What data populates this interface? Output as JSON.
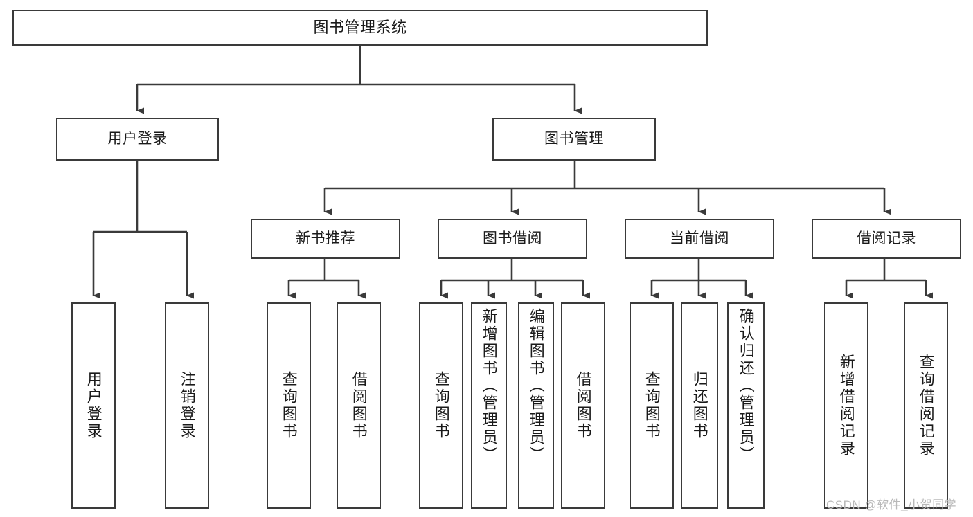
{
  "diagram": {
    "type": "tree-hierarchy-diagram",
    "title": "图书管理系统",
    "orientation": "top-down",
    "colors": {
      "box_border": "#3a3a3a",
      "box_fill": "#ffffff",
      "connector": "#3a3a3a",
      "text": "#1a1a1a",
      "watermark": "#b9b9b9",
      "background": "#ffffff"
    },
    "levels": {
      "root": {
        "text_orientation": "horizontal"
      },
      "level2": {
        "text_orientation": "horizontal"
      },
      "level3": {
        "text_orientation": "horizontal"
      },
      "leaf": {
        "text_orientation": "vertical"
      }
    },
    "nodes": {
      "root": {
        "id": "root",
        "label": "图书管理系统"
      },
      "level2": [
        {
          "id": "user-login",
          "label": "用户登录"
        },
        {
          "id": "book-management",
          "label": "图书管理"
        }
      ],
      "level3": [
        {
          "id": "new-book-recommend",
          "label": "新书推荐"
        },
        {
          "id": "book-borrow",
          "label": "图书借阅"
        },
        {
          "id": "current-borrow",
          "label": "当前借阅"
        },
        {
          "id": "borrow-record",
          "label": "借阅记录"
        }
      ],
      "leaves": {
        "user_login": [
          {
            "id": "leaf-user-login",
            "label": "用户登录"
          },
          {
            "id": "leaf-logout-login",
            "label": "注销登录"
          }
        ],
        "new_book_recommend": [
          {
            "id": "leaf-query-book-1",
            "label": "查询图书"
          },
          {
            "id": "leaf-borrow-book-1",
            "label": "借阅图书"
          }
        ],
        "book_borrow": [
          {
            "id": "leaf-query-book-2",
            "label": "查询图书"
          },
          {
            "id": "leaf-add-book",
            "label": "新增图书（管理员）"
          },
          {
            "id": "leaf-edit-book",
            "label": "编辑图书（管理员）"
          },
          {
            "id": "leaf-borrow-book-2",
            "label": "借阅图书"
          }
        ],
        "current_borrow": [
          {
            "id": "leaf-query-book-3",
            "label": "查询图书"
          },
          {
            "id": "leaf-return-book",
            "label": "归还图书"
          },
          {
            "id": "leaf-confirm-return",
            "label": "确认归还（管理员）"
          }
        ],
        "borrow_record": [
          {
            "id": "leaf-add-record",
            "label": "新增借阅记录"
          },
          {
            "id": "leaf-query-record",
            "label": "查询借阅记录"
          }
        ]
      }
    },
    "watermark": "CSDN @软件_小贺同学"
  }
}
